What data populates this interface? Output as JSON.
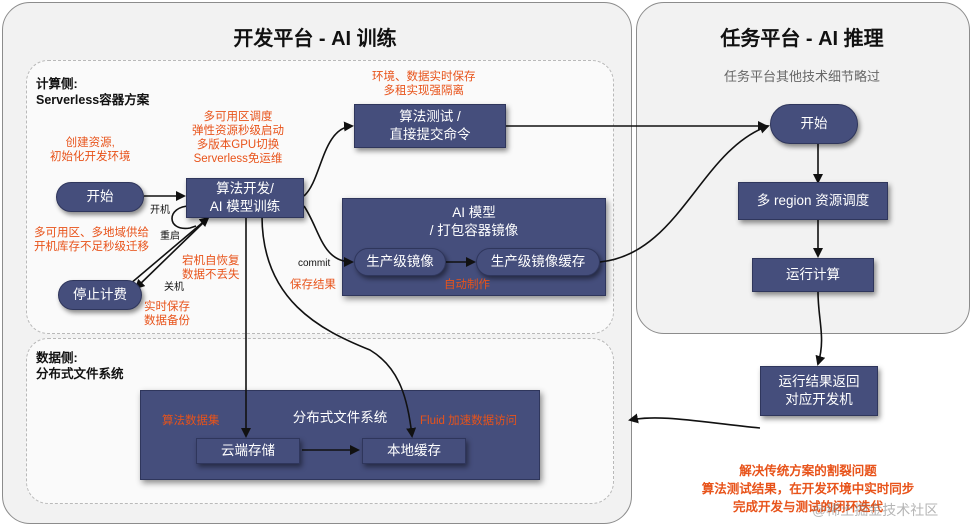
{
  "dev_platform": {
    "title": "开发平台 -  AI 训练",
    "compute_side": {
      "line1": "计算侧:",
      "line2": "Serverless容器方案"
    },
    "data_side": {
      "line1": "数据侧:",
      "line2": "分布式文件系统"
    },
    "nodes": {
      "start": "开始",
      "dev": [
        "算法开发/",
        "AI 模型训练"
      ],
      "test": [
        "算法测试 /",
        "直接提交命令"
      ],
      "stop": "停止计费",
      "model_title": [
        "AI 模型",
        "/ 打包容器镜像"
      ],
      "prod_image": "生产级镜像",
      "prod_cache": "生产级镜像缓存",
      "fs_title": "分布式文件系统",
      "cloud": "云端存储",
      "local": "本地缓存"
    },
    "labels": {
      "power_on": "开机",
      "restart": "重启",
      "power_off": "关机",
      "commit": "commit"
    },
    "notes": {
      "create": [
        "创建资源,",
        "初始化开发环境"
      ],
      "multi_zone": [
        "多可用区调度",
        "弹性资源秒级启动",
        "多版本GPU切换",
        "Serverless免运维"
      ],
      "env_save": [
        "环境、数据实时保存",
        "多租实现强隔离"
      ],
      "multi_region": [
        "多可用区、多地域供给",
        "开机库存不足秒级迁移"
      ],
      "crash": [
        "宕机自恢复",
        "数据不丢失"
      ],
      "realtime": [
        "实时保存",
        "数据备份"
      ],
      "save_result": "保存结果",
      "auto_make": "自动制作",
      "algo_dataset": "算法数据集",
      "fluid": "Fluid 加速数据访问"
    }
  },
  "task_platform": {
    "title": "任务平台 -  AI 推理",
    "subtitle": "任务平台其他技术细节略过",
    "start": "开始",
    "schedule": "多 region 资源调度",
    "run": "运行计算",
    "result": [
      "运行结果返回",
      "对应开发机"
    ]
  },
  "bottom_notes": [
    "解决传统方案的割裂问题",
    "算法测试结果，在开发环境中实时同步",
    "完成开发与测试的闭环迭代"
  ],
  "watermark": "@稀土掘金技术社区",
  "colors": {
    "box": "#454e7c",
    "note": "#e8531a",
    "panel": "#f2f2f2"
  }
}
